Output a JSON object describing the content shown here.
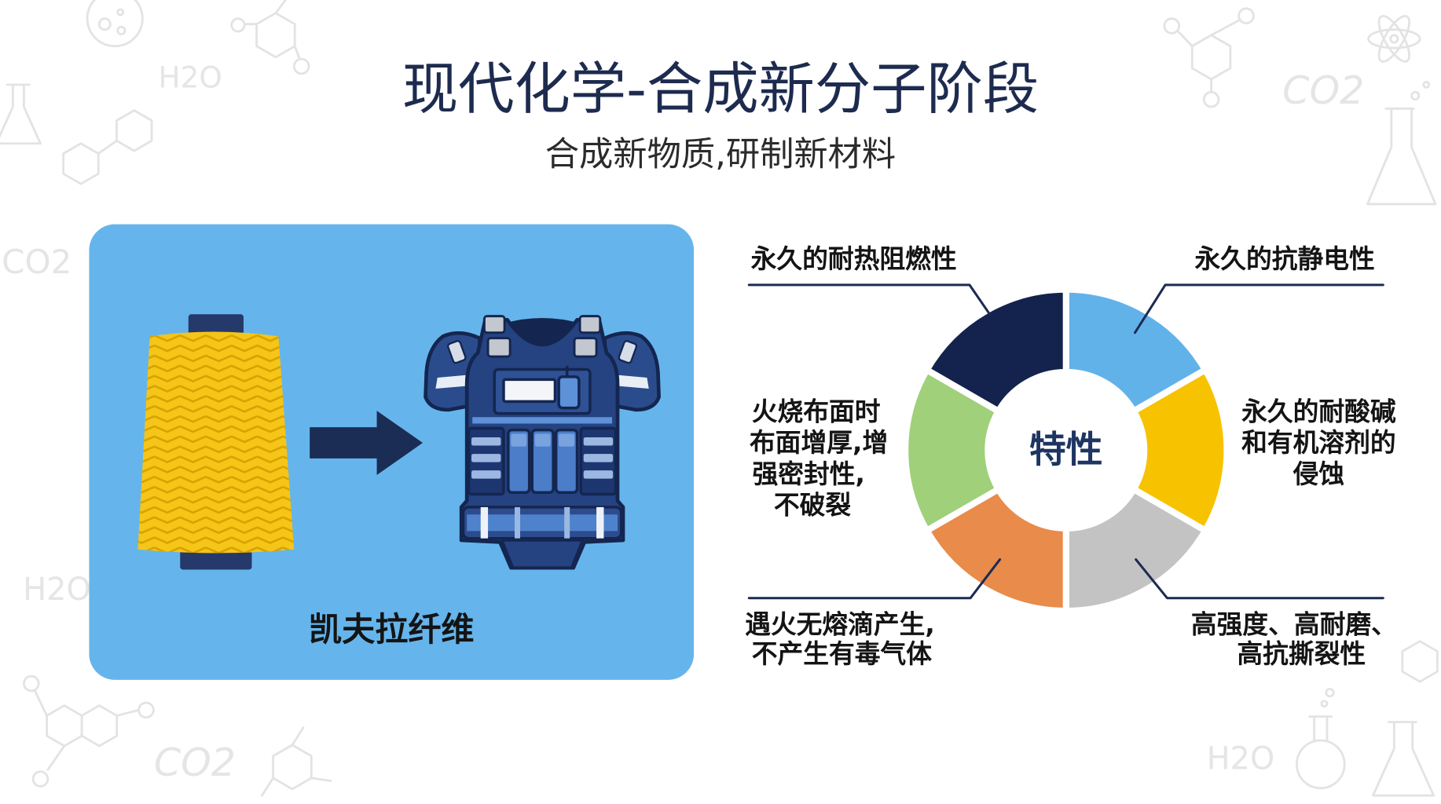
{
  "slide": {
    "title": "现代化学-合成新分子阶段",
    "subtitle": "合成新物质,研制新材料"
  },
  "theme": {
    "title_color": "#1d2b4f",
    "leader_line_color": "#1c2b52",
    "center_label_color": "#1e3462",
    "panel_color": "#65b5ec",
    "arrow_color": "#1b2d55",
    "yarn_color": "#f5c518"
  },
  "left_panel": {
    "caption": "凯夫拉纤维",
    "icons": [
      "yarn-spool-icon",
      "arrow-right-icon",
      "body-armor-vest-icon"
    ]
  },
  "donut": {
    "center_label": "特性",
    "features": [
      {
        "lines": [
          "永久的抗静电性"
        ],
        "color": "#62b2ea"
      },
      {
        "lines": [
          "永久的耐酸碱",
          "和有机溶剂的",
          "侵蚀"
        ],
        "color": "#f7c200"
      },
      {
        "lines": [
          "高强度、高耐磨、",
          "高抗撕裂性"
        ],
        "color": "#c3c3c3"
      },
      {
        "lines": [
          "遇火无熔滴产生,",
          "不产生有毒气体"
        ],
        "color": "#e98b4a"
      },
      {
        "lines": [
          "火烧布面时",
          "布面增厚,增",
          "强密封性,",
          "不破裂"
        ],
        "color": "#a0d07a"
      },
      {
        "lines": [
          "永久的耐热阻燃性"
        ],
        "color": "#14234d"
      }
    ]
  },
  "decor_labels": [
    "H2O",
    "CO2",
    "CO2",
    "H2O",
    "CO2",
    "H2O"
  ],
  "decor_icons": [
    "round-flask-icon",
    "molecule-icon",
    "erlenmeyer-flask-icon",
    "atom-icon"
  ]
}
